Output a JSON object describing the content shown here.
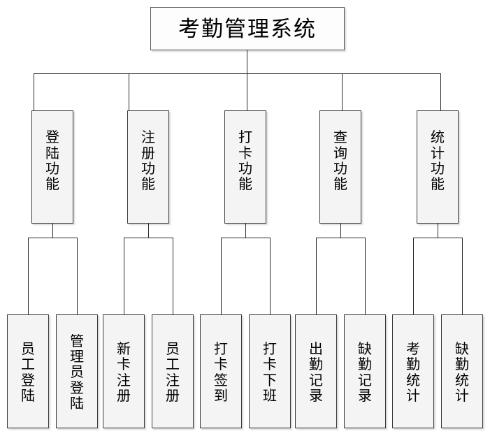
{
  "diagram": {
    "title": "考勤管理系统",
    "type": "hierarchy-tree",
    "root": {
      "id": "root",
      "label": "考勤管理系统",
      "chars": [
        "考",
        "勤",
        "管",
        "理",
        "系",
        "统"
      ]
    },
    "level2": [
      {
        "id": "login",
        "label": "登陆功能",
        "chars": [
          "登",
          "陆",
          "功",
          "能"
        ]
      },
      {
        "id": "register",
        "label": "注册功能",
        "chars": [
          "注",
          "册",
          "功",
          "能"
        ]
      },
      {
        "id": "punch",
        "label": "打卡功能",
        "chars": [
          "打",
          "卡",
          "功",
          "能"
        ]
      },
      {
        "id": "query",
        "label": "查询功能",
        "chars": [
          "查",
          "询",
          "功",
          "能"
        ]
      },
      {
        "id": "stats",
        "label": "统计功能",
        "chars": [
          "统",
          "计",
          "功",
          "能"
        ]
      }
    ],
    "leaves": [
      {
        "id": "staff-login",
        "parent": "login",
        "label": "员工登陆",
        "chars": [
          "员",
          "工",
          "登",
          "陆"
        ]
      },
      {
        "id": "admin-login",
        "parent": "login",
        "label": "管理员登陆",
        "chars": [
          "管",
          "理",
          "员",
          "登",
          "陆"
        ]
      },
      {
        "id": "new-card-reg",
        "parent": "register",
        "label": "新卡注册",
        "chars": [
          "新",
          "卡",
          "注",
          "册"
        ]
      },
      {
        "id": "staff-reg",
        "parent": "register",
        "label": "员工注册",
        "chars": [
          "员",
          "工",
          "注",
          "册"
        ]
      },
      {
        "id": "punch-in",
        "parent": "punch",
        "label": "打卡签到",
        "chars": [
          "打",
          "卡",
          "签",
          "到"
        ]
      },
      {
        "id": "punch-out",
        "parent": "punch",
        "label": "打卡下班",
        "chars": [
          "打",
          "卡",
          "下",
          "班"
        ]
      },
      {
        "id": "attend-record",
        "parent": "query",
        "label": "出勤记录",
        "chars": [
          "出",
          "勤",
          "记",
          "录"
        ]
      },
      {
        "id": "absence-record",
        "parent": "query",
        "label": "缺勤记录",
        "chars": [
          "缺",
          "勤",
          "记",
          "录"
        ]
      },
      {
        "id": "attend-stats",
        "parent": "stats",
        "label": "考勤统计",
        "chars": [
          "考",
          "勤",
          "统",
          "计"
        ]
      },
      {
        "id": "absence-stats",
        "parent": "stats",
        "label": "缺勤统计",
        "chars": [
          "缺",
          "勤",
          "统",
          "计"
        ]
      }
    ],
    "colors": {
      "box_fill": "#f4f4f4",
      "box_border": "#3a3a3a",
      "line": "#2b2b2b",
      "text": "#000000",
      "background": "#ffffff"
    }
  }
}
